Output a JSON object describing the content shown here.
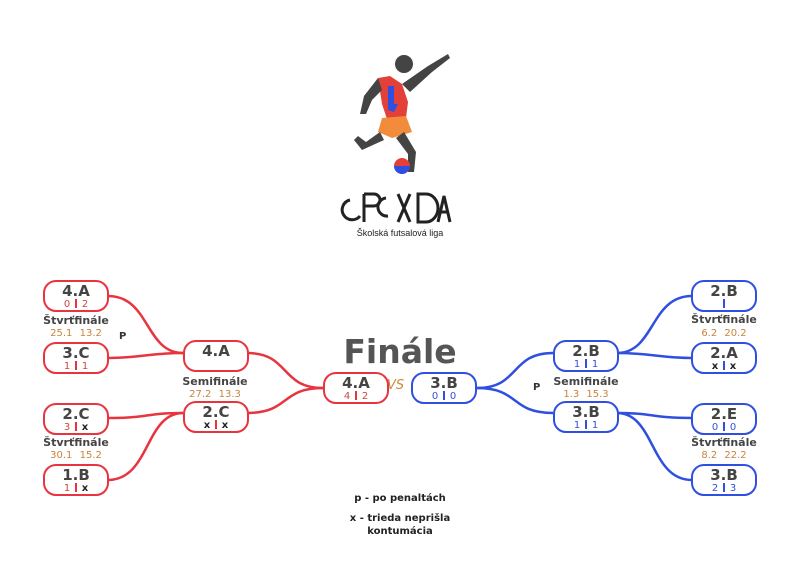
{
  "logo": {
    "icon": "football-player-icon",
    "emblem": "gpsd-emblem-icon",
    "text": "Školská futsalová liga"
  },
  "colors": {
    "left": "#e8343f",
    "right": "#2f4fe0",
    "dates": "#c9833d"
  },
  "final": {
    "title": "Finále",
    "vs": "VS",
    "left": {
      "team": "4.A",
      "s1": "4",
      "s2": "2"
    },
    "right": {
      "team": "3.B",
      "s1": "0",
      "s2": "0"
    }
  },
  "left": {
    "qf_top": {
      "team_a": {
        "team": "4.A",
        "s1": "0",
        "s2": "2"
      },
      "label": "Štvrťfinále",
      "date1": "25.1",
      "date2": "13.2",
      "penalty": "P",
      "team_b": {
        "team": "3.C",
        "s1": "1",
        "s2": "1"
      }
    },
    "qf_bottom": {
      "team_a": {
        "team": "2.C",
        "s1": "3",
        "s2": "x"
      },
      "label": "Štvrťfinále",
      "date1": "30.1",
      "date2": "15.2",
      "team_b": {
        "team": "1.B",
        "s1": "1",
        "s2": "x"
      }
    },
    "semi": {
      "team_a": {
        "team": "4.A",
        "s1": "",
        "s2": ""
      },
      "label": "Semifinále",
      "date1": "27.2",
      "date2": "13.3",
      "team_b": {
        "team": "2.C",
        "s1": "x",
        "s2": "x"
      }
    }
  },
  "right": {
    "qf_top": {
      "team_a": {
        "team": "2.B",
        "s1": "",
        "s2": ""
      },
      "label": "Štvrťfinále",
      "date1": "6.2",
      "date2": "20.2",
      "team_b": {
        "team": "2.A",
        "s1": "x",
        "s2": "x"
      }
    },
    "qf_bottom": {
      "team_a": {
        "team": "2.E",
        "s1": "0",
        "s2": "0"
      },
      "label": "Štvrťfinále",
      "date1": "8.2",
      "date2": "22.2",
      "team_b": {
        "team": "3.B",
        "s1": "2",
        "s2": "3"
      }
    },
    "semi": {
      "team_a": {
        "team": "2.B",
        "s1": "1",
        "s2": "1"
      },
      "label": "Semifinále",
      "date1": "1.3",
      "date2": "15.3",
      "penalty": "P",
      "team_b": {
        "team": "3.B",
        "s1": "1",
        "s2": "1"
      }
    }
  },
  "legend": {
    "line1": "p - po penaltách",
    "line2": "x - trieda neprišla",
    "line3": "kontumácia"
  }
}
